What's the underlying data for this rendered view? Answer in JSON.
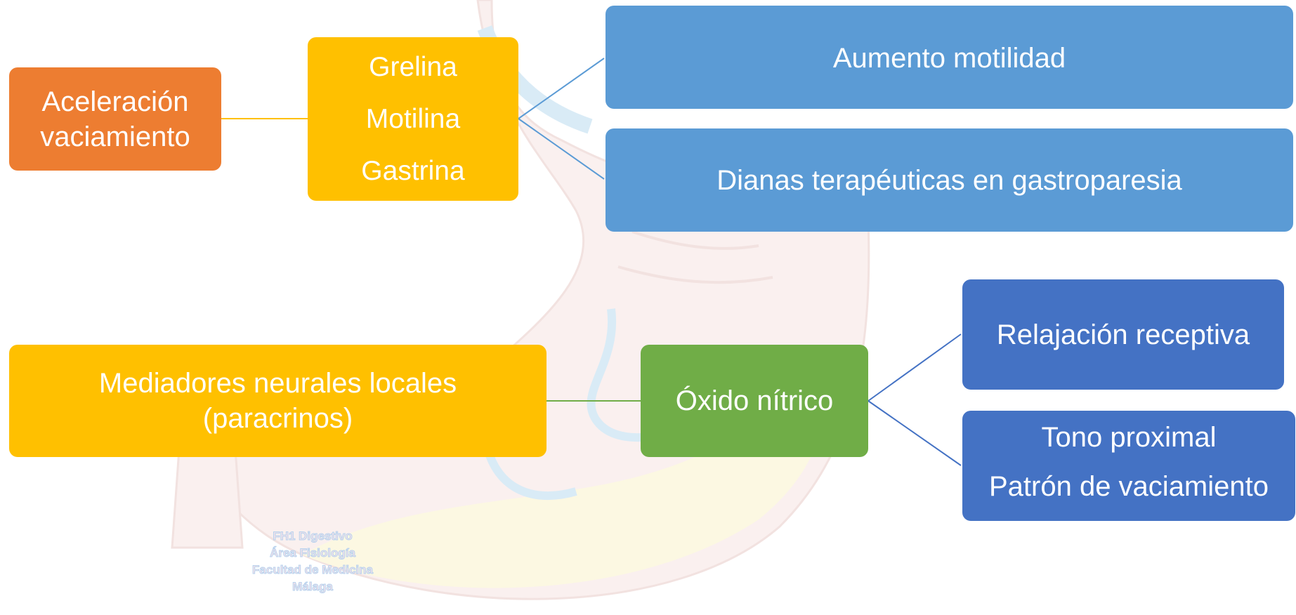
{
  "top_row": {
    "left": {
      "lines": [
        "Aceleración",
        "vaciamiento"
      ],
      "color": "#ED7D31"
    },
    "middle": {
      "lines": [
        "Grelina",
        "Motilina",
        "Gastrina"
      ],
      "color": "#FFC000"
    },
    "right": [
      {
        "text": "Aumento motilidad",
        "color": "#5B9BD5"
      },
      {
        "text": "Dianas terapéuticas en gastroparesia",
        "color": "#5B9BD5"
      }
    ]
  },
  "bottom_row": {
    "left": {
      "lines": [
        "Mediadores neurales locales",
        "(paracrinos)"
      ],
      "color": "#FFC000"
    },
    "middle": {
      "text": "Óxido nítrico",
      "color": "#70AD47"
    },
    "right": [
      {
        "text": "Relajación receptiva",
        "color": "#4472C4"
      },
      {
        "lines": [
          "Tono proximal",
          "Patrón de vaciamiento"
        ],
        "color": "#4472C4"
      }
    ]
  },
  "watermark": [
    "FH1 Digestivo",
    "Área Fisiología",
    "Facultad de Medicina",
    "Málaga"
  ]
}
